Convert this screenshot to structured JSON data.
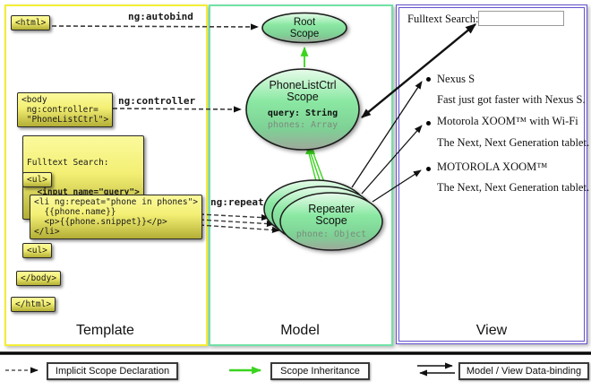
{
  "diagram": {
    "columns": {
      "template": "Template",
      "model": "Model",
      "view": "View"
    },
    "template_code": {
      "html_open": "<html>",
      "body_open": "<body\n ng:controller=\n \"PhoneListCtrl\">",
      "fulltext_label": "Fulltext Search:",
      "fulltext_input": "  <input name=\"query\">",
      "ul_open": "<ul>",
      "li_repeat": "<li ng:repeat=\"phone in phones\">\n  {{phone.name}}\n  <p>{{phone.snippet}}</p>\n</li>",
      "ul_close": "<ul>",
      "body_close": "</body>",
      "html_close": "</html>"
    },
    "edge_labels": {
      "autobind": "ng:autobind",
      "controller": "ng:controller",
      "repeat": "ng:repeat"
    },
    "scopes": {
      "root": {
        "title": "Root\nScope"
      },
      "phonelist": {
        "title": "PhoneListCtrl\nScope",
        "query": "query: String",
        "phones": "phones: Array"
      },
      "repeater": {
        "title": "Repeater\nScope",
        "phone": "phone: Object"
      }
    },
    "view": {
      "search_label": "Fulltext Search:",
      "items": [
        {
          "title": "Nexus S",
          "desc": "Fast just got faster with Nexus S."
        },
        {
          "title": "Motorola XOOM™  with Wi-Fi",
          "desc": "The Next, Next Generation tablet."
        },
        {
          "title": "MOTOROLA XOOM™",
          "desc": "The Next, Next Generation tablet."
        }
      ]
    },
    "legend": {
      "implicit": "Implicit Scope Declaration",
      "inheritance": "Scope Inheritance",
      "databinding": "Model / View Data-binding"
    },
    "colors": {
      "template_border": "#f2ee35",
      "model_border": "#70e2a5",
      "view_border": "#6252cc",
      "green_arrow": "#3bd41f",
      "dashed_arrow": "#3a3a3a",
      "scope_fill_top": "#e7fbea",
      "scope_fill_mid": "#8ae8a2",
      "scope_fill_bottom": "#9fa89b",
      "code_fill_top": "#fbfa9c",
      "code_fill_bottom": "#b3ae35"
    }
  }
}
